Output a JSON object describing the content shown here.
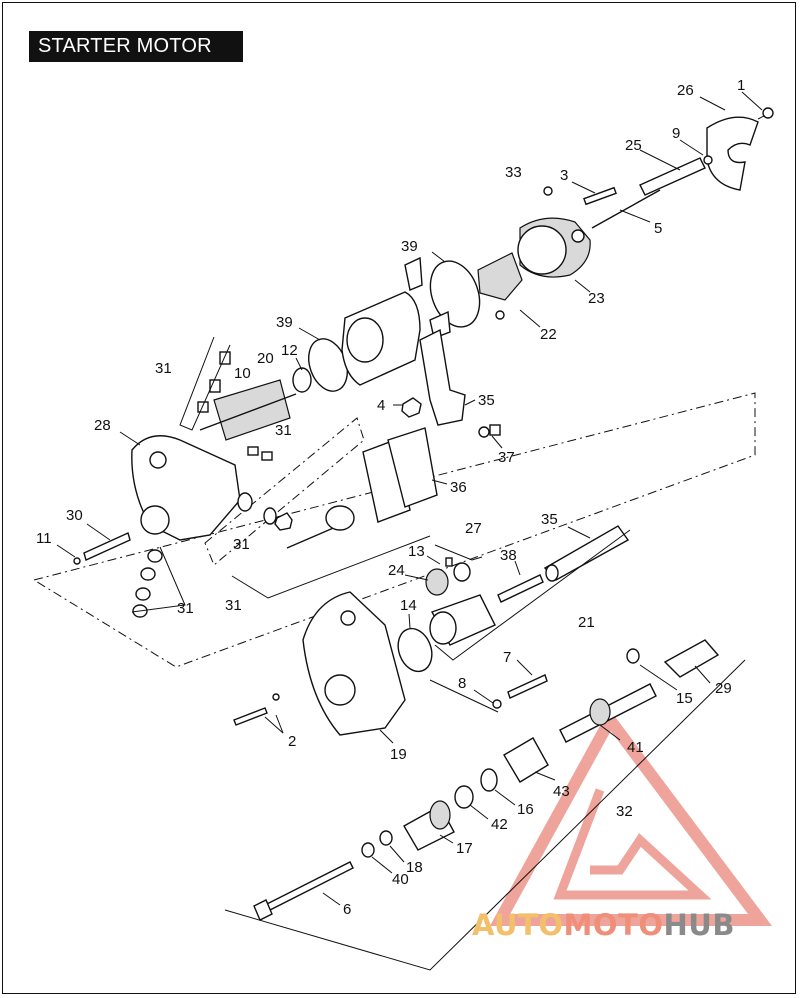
{
  "title": "STARTER MOTOR",
  "watermark": {
    "part1": "AUTO",
    "part2": "MOTO",
    "part3": "HUB"
  },
  "callouts": [
    {
      "id": "c1",
      "text": "1"
    },
    {
      "id": "c26",
      "text": "26"
    },
    {
      "id": "c9",
      "text": "9"
    },
    {
      "id": "c25",
      "text": "25"
    },
    {
      "id": "c33",
      "text": "33"
    },
    {
      "id": "c3",
      "text": "3"
    },
    {
      "id": "c5",
      "text": "5"
    },
    {
      "id": "c39a",
      "text": "39"
    },
    {
      "id": "c23",
      "text": "23"
    },
    {
      "id": "c22",
      "text": "22"
    },
    {
      "id": "c39b",
      "text": "39"
    },
    {
      "id": "c31a",
      "text": "31"
    },
    {
      "id": "c20",
      "text": "20"
    },
    {
      "id": "c12",
      "text": "12"
    },
    {
      "id": "c10",
      "text": "10"
    },
    {
      "id": "c4",
      "text": "4"
    },
    {
      "id": "c35a",
      "text": "35"
    },
    {
      "id": "c28",
      "text": "28"
    },
    {
      "id": "c31b",
      "text": "31"
    },
    {
      "id": "c37",
      "text": "37"
    },
    {
      "id": "c36",
      "text": "36"
    },
    {
      "id": "c30",
      "text": "30"
    },
    {
      "id": "c11",
      "text": "11"
    },
    {
      "id": "c31c",
      "text": "31"
    },
    {
      "id": "c35b",
      "text": "35"
    },
    {
      "id": "c27",
      "text": "27"
    },
    {
      "id": "c13",
      "text": "13"
    },
    {
      "id": "c38",
      "text": "38"
    },
    {
      "id": "c24",
      "text": "24"
    },
    {
      "id": "c31d",
      "text": "31"
    },
    {
      "id": "c31e",
      "text": "31"
    },
    {
      "id": "c14",
      "text": "14"
    },
    {
      "id": "c21",
      "text": "21"
    },
    {
      "id": "c7",
      "text": "7"
    },
    {
      "id": "c8",
      "text": "8"
    },
    {
      "id": "c15",
      "text": "15"
    },
    {
      "id": "c29",
      "text": "29"
    },
    {
      "id": "c2",
      "text": "2"
    },
    {
      "id": "c19",
      "text": "19"
    },
    {
      "id": "c41",
      "text": "41"
    },
    {
      "id": "c43",
      "text": "43"
    },
    {
      "id": "c16",
      "text": "16"
    },
    {
      "id": "c32",
      "text": "32"
    },
    {
      "id": "c42",
      "text": "42"
    },
    {
      "id": "c17",
      "text": "17"
    },
    {
      "id": "c18",
      "text": "18"
    },
    {
      "id": "c40",
      "text": "40"
    },
    {
      "id": "c6",
      "text": "6"
    }
  ]
}
